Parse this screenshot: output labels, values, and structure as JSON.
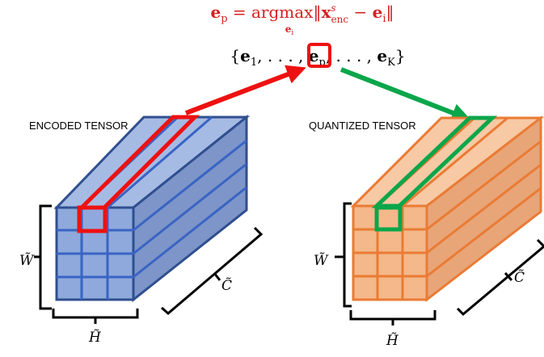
{
  "equation": {
    "lhs": "e",
    "lhs_sub": "p",
    "equals": " = ",
    "op": "argmax",
    "op_sub": "e",
    "op_sub_sub": "i",
    "norm_open": "‖",
    "x": "x",
    "x_sup": "s",
    "x_sub": "enc",
    "minus": " − ",
    "e": "e",
    "e_sub": "i",
    "norm_close": "‖",
    "color": "#d42020"
  },
  "codebook": {
    "open": "{",
    "first": "e",
    "first_sub": "1",
    "sep1": ", . . . , ",
    "selected": "e",
    "selected_sub": "p",
    "sep2": ", . . . , ",
    "last": "e",
    "last_sub": "K",
    "close": "}"
  },
  "left_block": {
    "label": "ENCODED TENSOR",
    "height_label": "W̃",
    "width_label": "H̃",
    "depth_label": "C̃",
    "front_fill": "#8fa9dc",
    "top_fill": "#a6bbe4",
    "side_fill": "#7d95c8",
    "edge_color": "#2f4f8f",
    "grid_color": "#3a64c4",
    "highlight_color": "#ee1111"
  },
  "right_block": {
    "label": "QUANTIZED TENSOR",
    "height_label": "W̃",
    "width_label": "H̃",
    "depth_label": "C̃",
    "front_fill": "#f4b88a",
    "top_fill": "#f7c9a4",
    "side_fill": "#e8a578",
    "edge_color": "#ea7b34",
    "grid_color": "#ea7b34",
    "highlight_color": "#0aa64a"
  },
  "arrows": {
    "encode_color": "#ee1111",
    "quantize_color": "#0aa64a"
  }
}
